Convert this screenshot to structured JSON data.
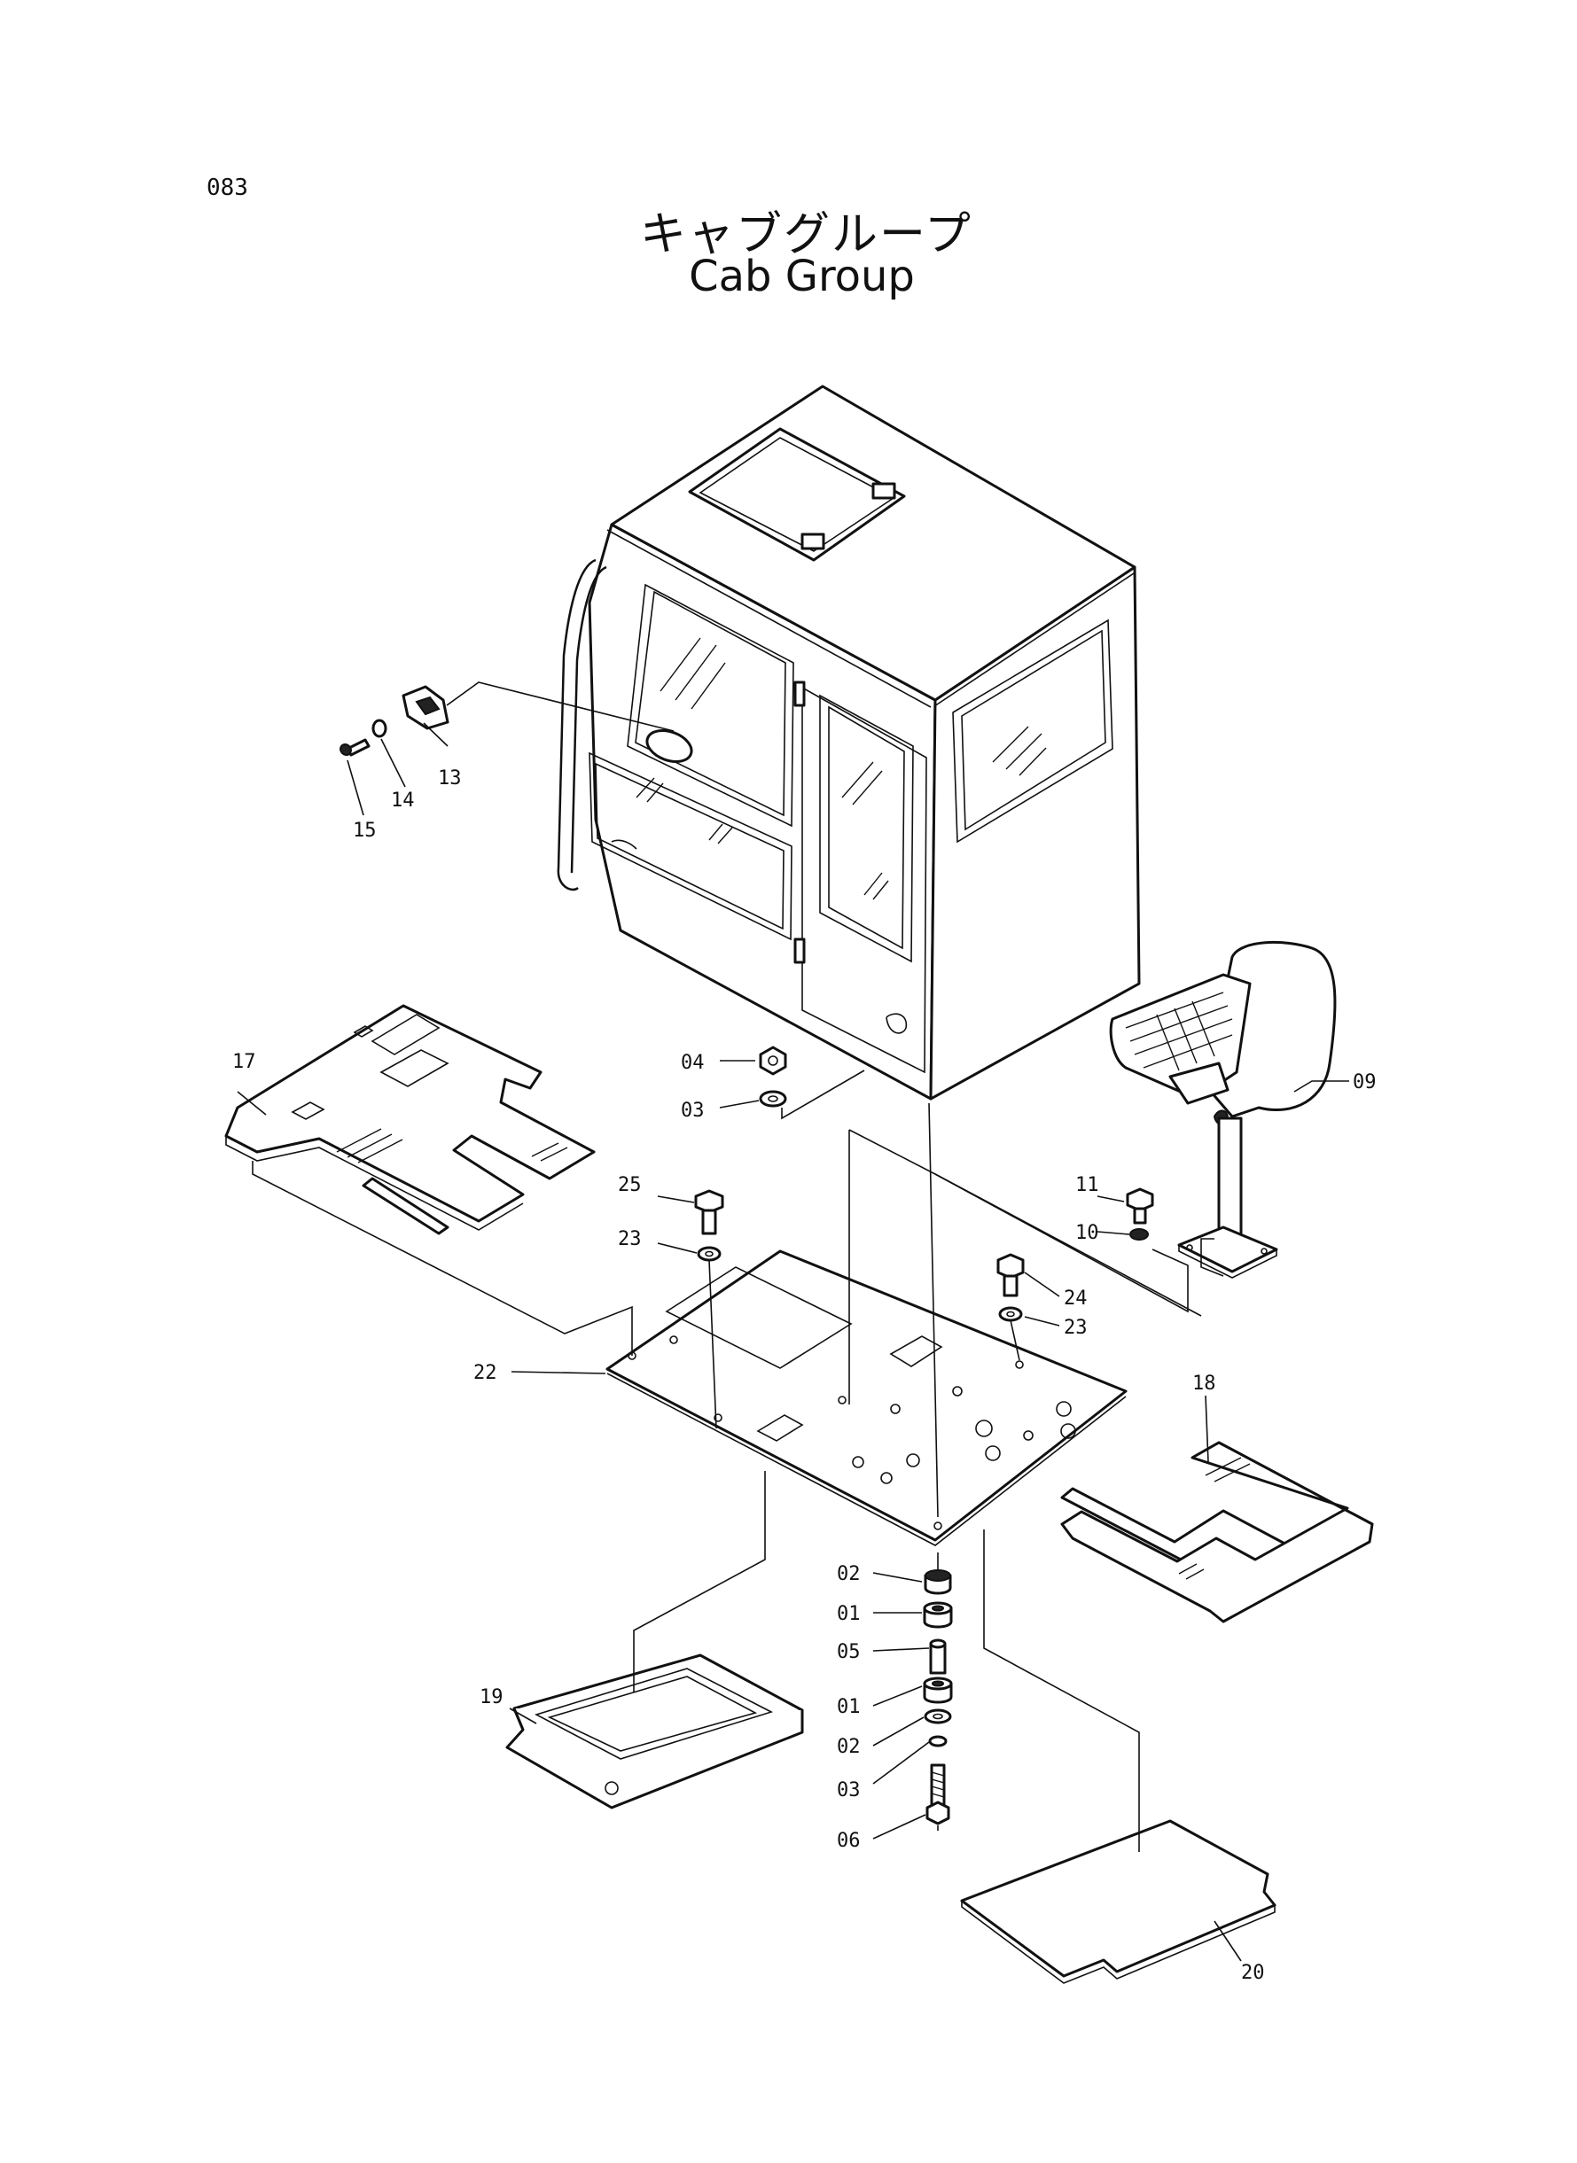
{
  "page_number": "083",
  "title_ja": "キャブグループ",
  "title_en": "Cab Group",
  "callouts": [
    "01",
    "02",
    "03",
    "04",
    "05",
    "06",
    "09",
    "10",
    "11",
    "13",
    "14",
    "15",
    "17",
    "18",
    "19",
    "20",
    "22",
    "23",
    "24",
    "25"
  ]
}
